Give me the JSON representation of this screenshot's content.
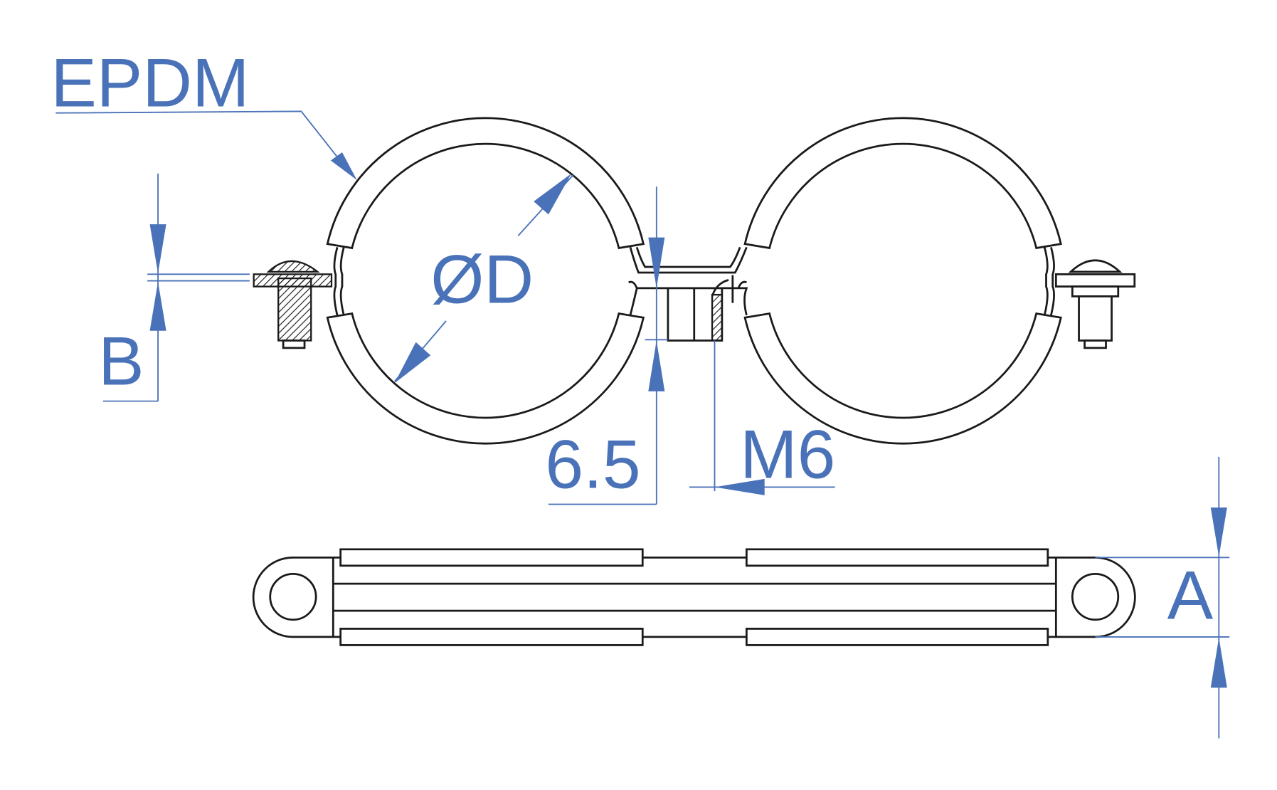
{
  "labels": {
    "material": "EPDM",
    "diameter": "ØD",
    "b": "B",
    "offset": "6.5",
    "thread": "M6",
    "a": "A"
  },
  "colors": {
    "dimension": "#4a72b8",
    "outline": "#1a1a1a"
  }
}
